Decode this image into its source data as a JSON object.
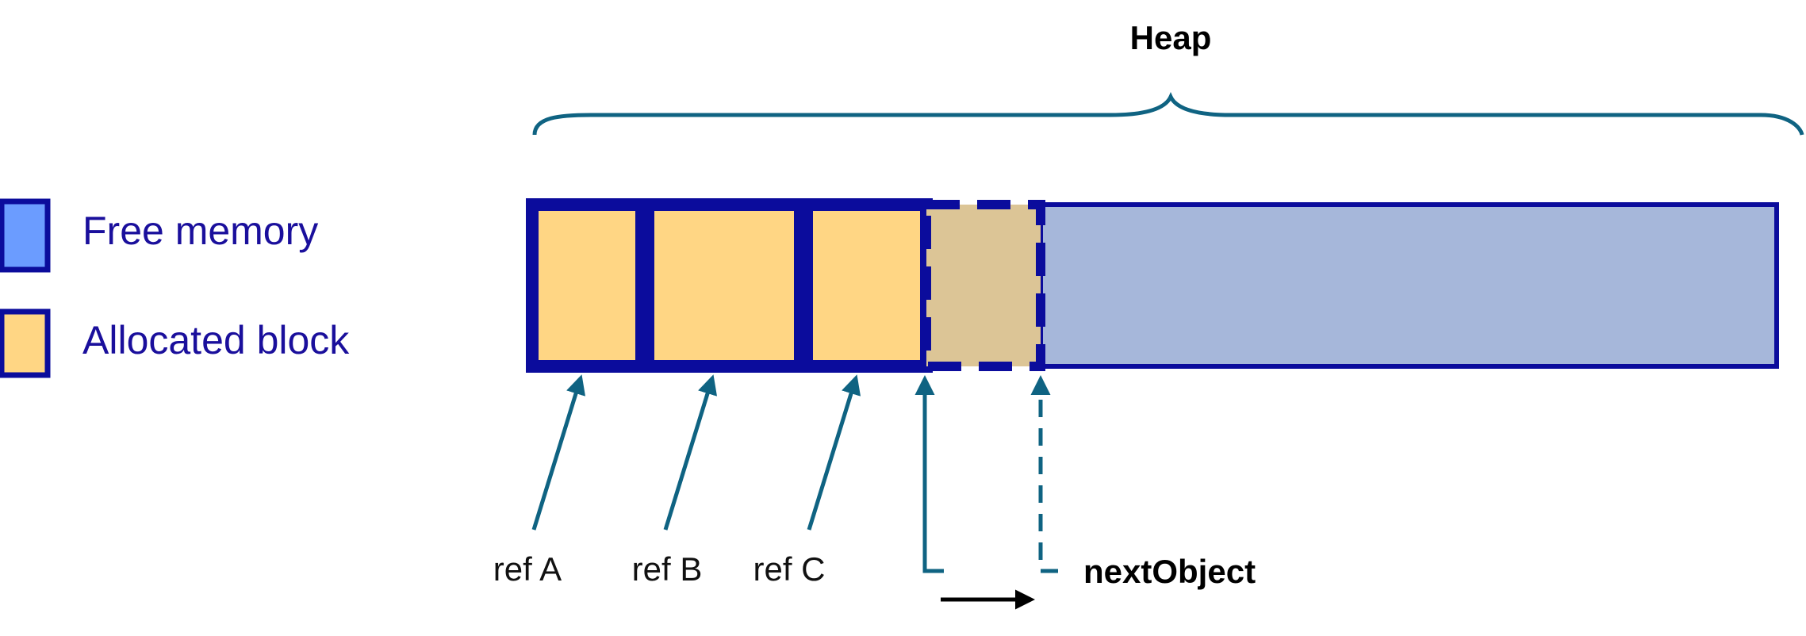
{
  "heap": {
    "title": "Heap"
  },
  "legend": {
    "free_label": "Free memory",
    "allocated_label": "Allocated block"
  },
  "refs": [
    {
      "label": "ref A"
    },
    {
      "label": "ref B"
    },
    {
      "label": "ref C"
    }
  ],
  "pointer": {
    "label": "nextObject"
  },
  "colors": {
    "border": "#0b0c9c",
    "allocated_fill": "#ffd684",
    "new_object_fill": "#dcc596",
    "free_fill": "#a6b7da",
    "legend_free_fill": "#6b9cff",
    "arrow": "#0f6382",
    "label_text": "#1a0f9c"
  }
}
